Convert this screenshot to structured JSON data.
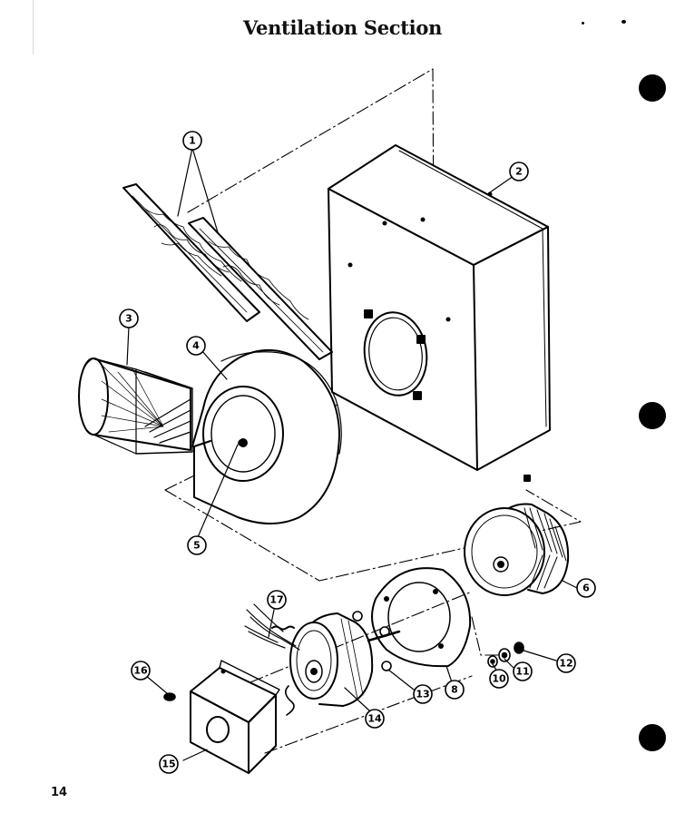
{
  "page": {
    "title": "Ventilation Section",
    "page_number": "14"
  },
  "callouts": [
    {
      "label": "1",
      "part": "filters"
    },
    {
      "label": "2",
      "part": "cabinet"
    },
    {
      "label": "3",
      "part": "damper"
    },
    {
      "label": "4",
      "part": "blower-housing"
    },
    {
      "label": "5",
      "part": "housing-screw"
    },
    {
      "label": "6",
      "part": "blower-wheel"
    },
    {
      "label": "8",
      "part": "mounting-ring"
    },
    {
      "label": "10",
      "part": "washer"
    },
    {
      "label": "11",
      "part": "washer"
    },
    {
      "label": "12",
      "part": "nut"
    },
    {
      "label": "13",
      "part": "grommet"
    },
    {
      "label": "14",
      "part": "motor"
    },
    {
      "label": "15",
      "part": "junction-box"
    },
    {
      "label": "16",
      "part": "screw"
    },
    {
      "label": "17",
      "part": "motor-leads"
    }
  ]
}
